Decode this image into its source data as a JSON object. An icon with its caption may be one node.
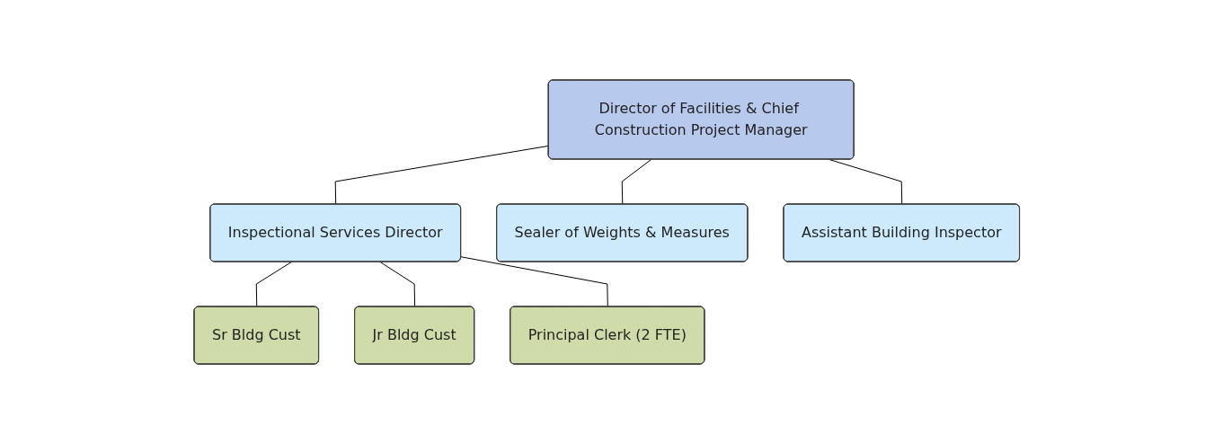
{
  "diagram": {
    "nodes": [
      {
        "text": [
          "Director of Facilities & Chief Construction Project Manager"
        ]
      },
      {
        "text": [
          "Inspectional Services Director"
        ]
      },
      {
        "text": [
          "Sealer of Weights & Measures"
        ]
      },
      {
        "text": [
          "Assistant Building Inspector"
        ]
      },
      {
        "text": [
          "Sr Bldg Cust"
        ]
      },
      {
        "text": [
          "Jr Bldg Cust"
        ]
      },
      {
        "text": [
          "Principal Clerk (2 FTE)"
        ]
      }
    ],
    "edges": [
      {
        "from": 0,
        "to": 1,
        "arrow": "none"
      },
      {
        "from": 0,
        "to": 2,
        "arrow": "none"
      },
      {
        "from": 0,
        "to": 3,
        "arrow": "none"
      },
      {
        "from": 1,
        "to": 4,
        "arrow": "none"
      },
      {
        "from": 1,
        "to": 5,
        "arrow": "none"
      },
      {
        "from": 1,
        "to": 6,
        "arrow": "none"
      }
    ]
  }
}
